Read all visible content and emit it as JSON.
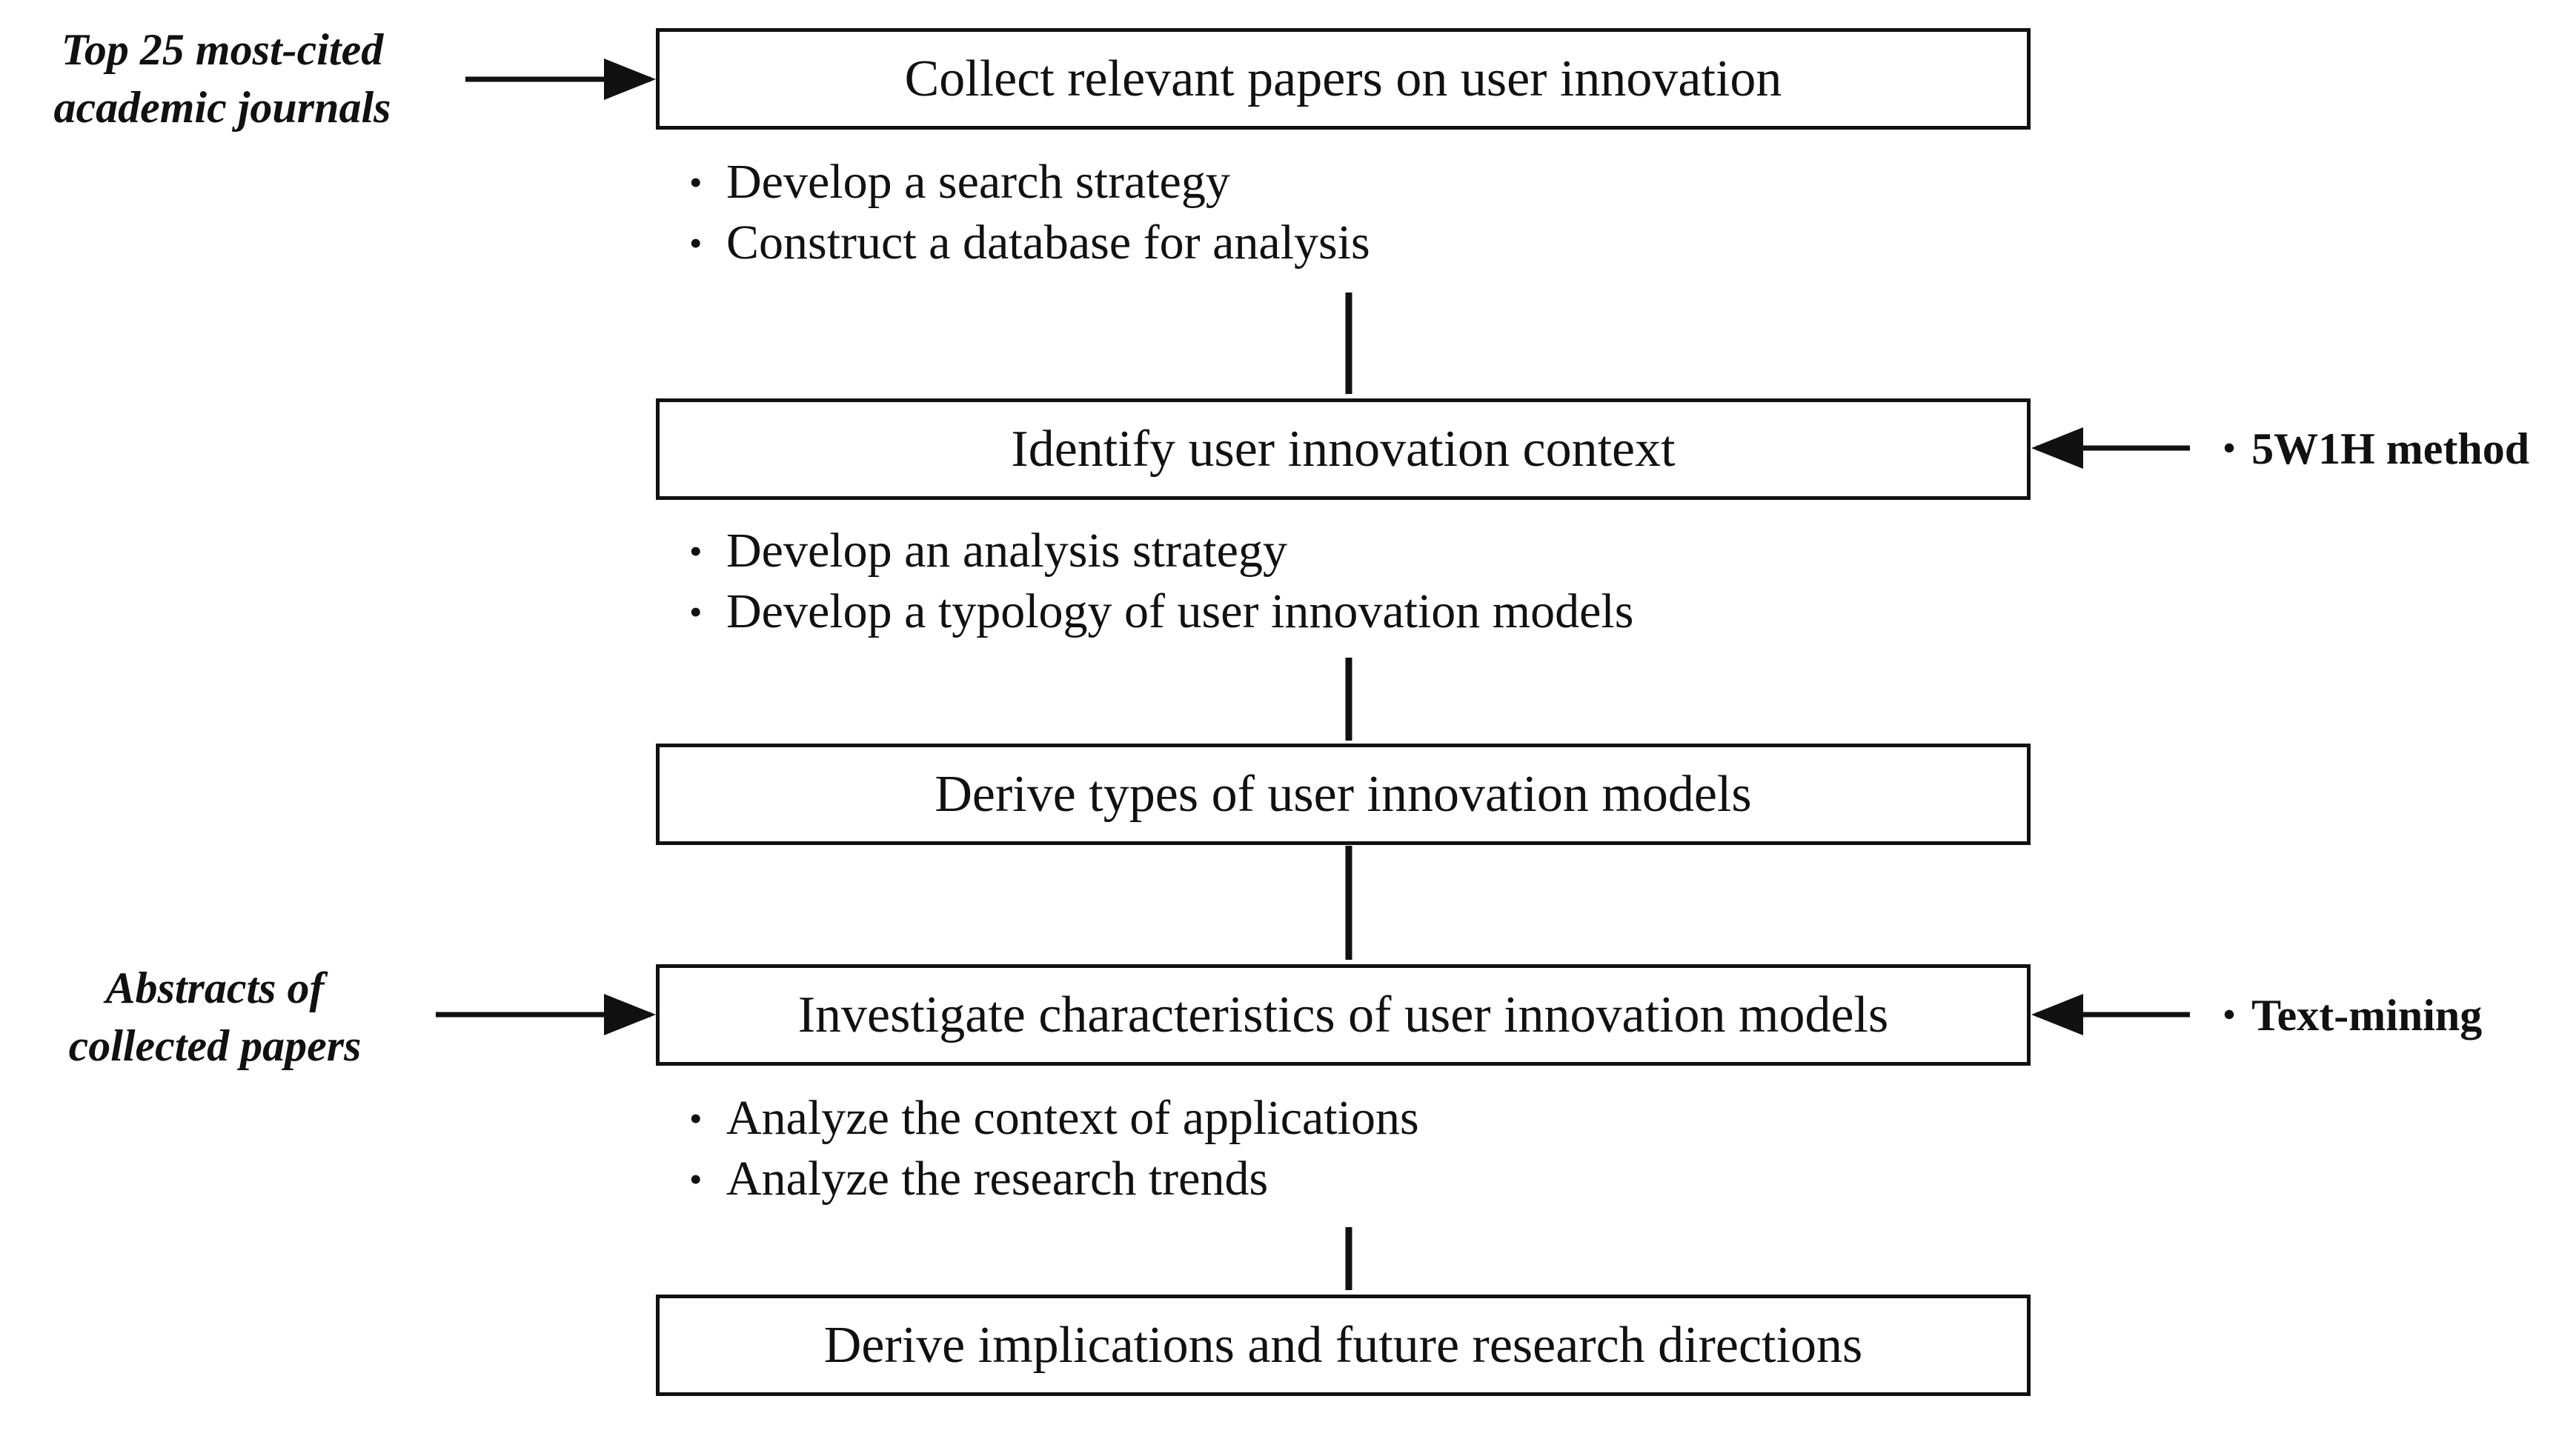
{
  "steps": [
    {
      "title": "Collect relevant papers on user innovation",
      "bullets": [
        "Develop a search strategy",
        "Construct a database for analysis"
      ]
    },
    {
      "title": "Identify  user innovation  context",
      "bullets": [
        "Develop an analysis strategy",
        "Develop a typology of user innovation models"
      ]
    },
    {
      "title": "Derive types of user innovation  models",
      "bullets": []
    },
    {
      "title": "Investigate  characteristics of user innovation  models",
      "bullets": [
        "Analyze the context of applications",
        "Analyze the research trends"
      ]
    },
    {
      "title": "Derive implications and future  research directions",
      "bullets": []
    }
  ],
  "inputs": [
    {
      "line1": "Top 25 most-cited",
      "line2": "academic journals"
    },
    {
      "line1": "Abstracts of",
      "line2": "collected papers"
    }
  ],
  "methods": [
    {
      "label": "5W1H method"
    },
    {
      "label": "Text-mining"
    }
  ]
}
